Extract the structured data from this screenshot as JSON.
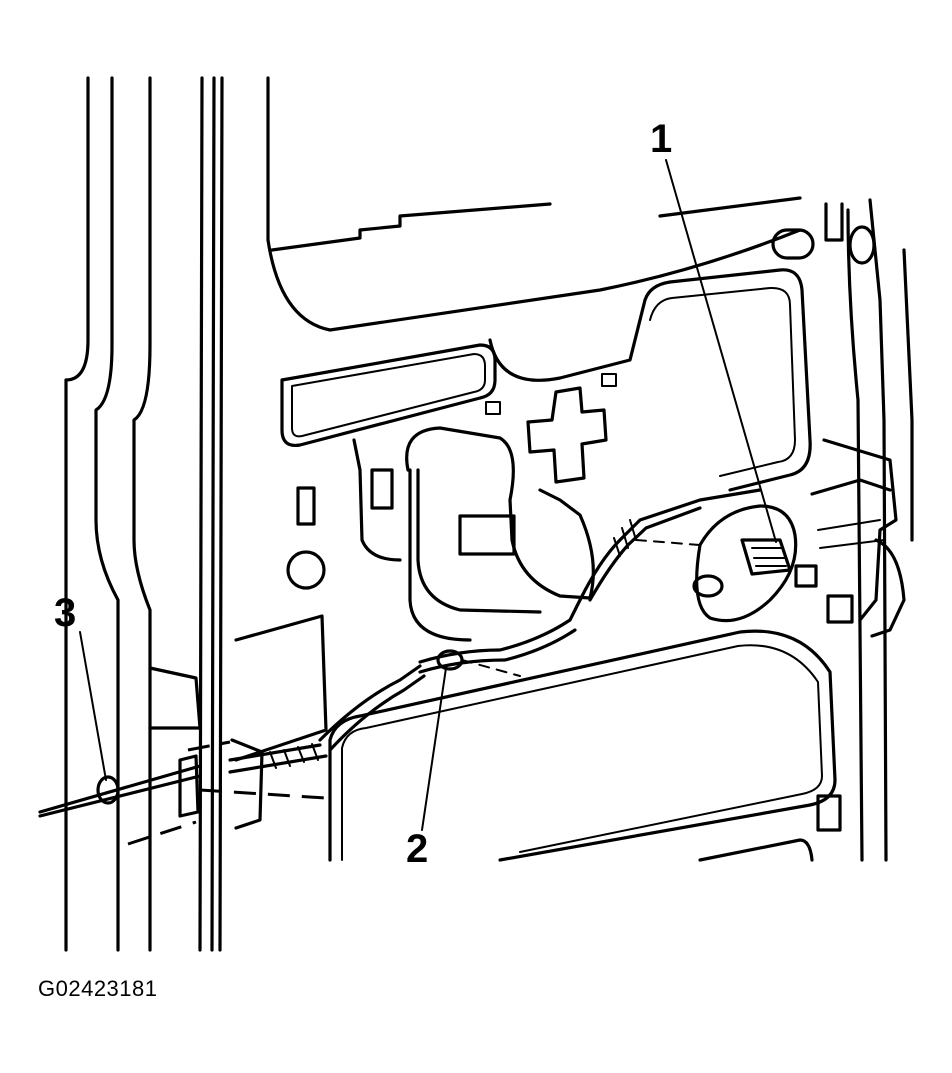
{
  "callouts": {
    "c1": "1",
    "c2": "2",
    "c3": "3"
  },
  "figure_id": "G02423181"
}
